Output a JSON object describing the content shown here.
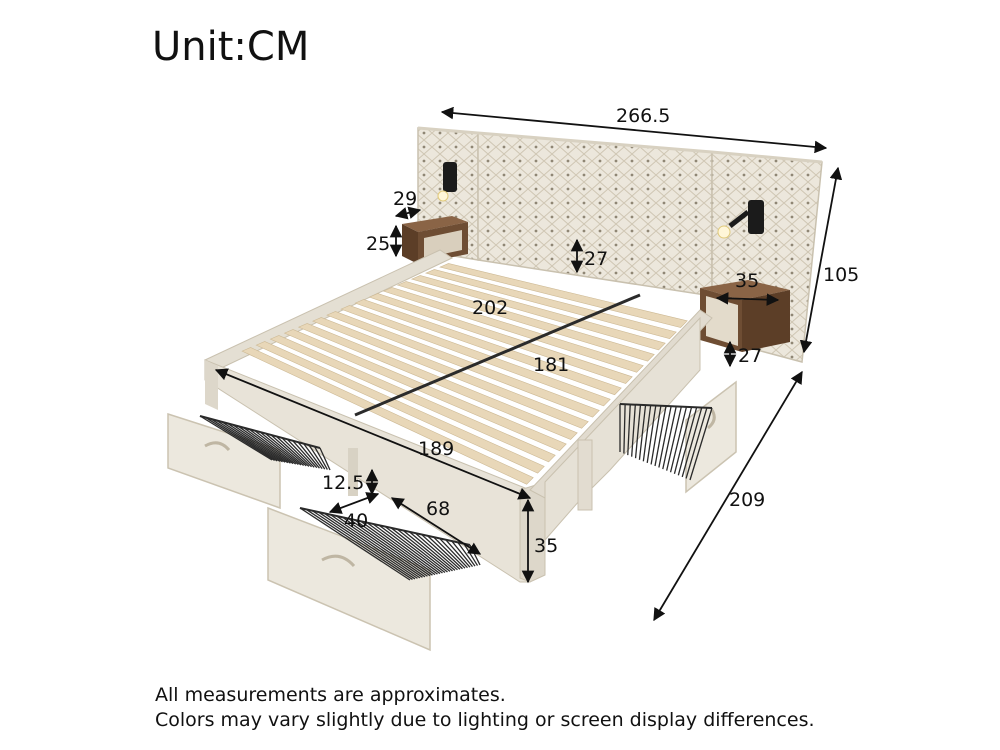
{
  "title": "Unit:CM",
  "dimensions": {
    "total_width": "266.5",
    "height": "105",
    "length": "209",
    "nightstand_depth": "29",
    "nightstand_height": "25",
    "headboard_gap": "27",
    "nightstand_width": "35",
    "nightstand_inner_height": "27",
    "slat_length": "202",
    "inner_width": "181",
    "frame_length": "189",
    "drawer_height": "12.5",
    "drawer_width": "40",
    "drawer_depth": "68",
    "bed_height": "35"
  },
  "notes": [
    "All measurements are approximates.",
    "Colors may vary slightly due to lighting or screen display differences."
  ],
  "colors": {
    "upholstery": "#e9e4d8",
    "slats": "#e8d7b8",
    "wood": "#6b4a30",
    "metal": "#2a2a2a",
    "text": "#111111"
  }
}
